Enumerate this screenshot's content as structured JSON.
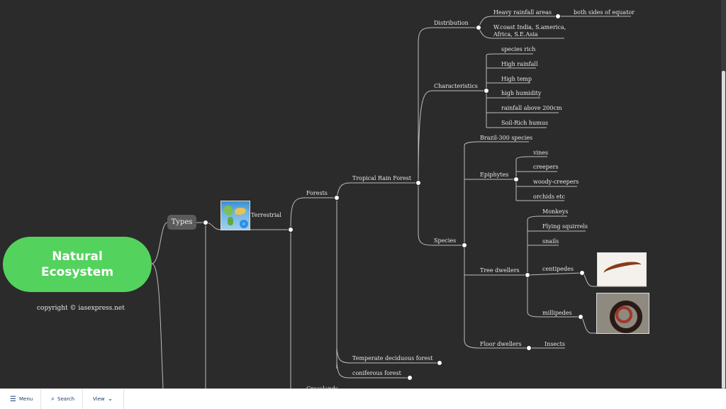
{
  "root": {
    "title": "Natural Ecosystem"
  },
  "copyright": "copyright © iasexpress.net",
  "types": "Types",
  "terrestrial": "Terrestrial",
  "forests": "Forests",
  "grasslands": "Grasslands",
  "tropical_rain_forest": "Tropical Rain Forest",
  "temperate_forest": "Temperate deciduous forest",
  "coniferous_forest": "coniferous forest",
  "distribution": {
    "label": "Distribution",
    "heavy_rainfall": "Heavy rainfall areas",
    "equator": "both sides of equator",
    "regions": "W.coast India, S.america, Africa, S.E.Asia"
  },
  "characteristics": {
    "label": "Characteristics",
    "items": [
      "species rich",
      "High rainfall",
      "High temp",
      "high humidity",
      "rainfall above 200cm",
      "Soil-Rich humus"
    ]
  },
  "species": {
    "label": "Species",
    "brazil": "Brazil-300 species",
    "epiphytes": {
      "label": "Epiphytes",
      "items": [
        "vines",
        "creepers",
        "woody-creepers",
        "orchids etc"
      ]
    },
    "tree_dwellers": {
      "label": "Tree dwellers",
      "items": [
        "Monkeys",
        "Flying squirrels",
        "snails",
        "centipedes",
        "millipedes"
      ]
    },
    "floor_dwellers": {
      "label": "Floor dwellers",
      "insects": "Insects"
    }
  },
  "toolbar": {
    "menu": "Menu",
    "search": "Search",
    "view": "View"
  },
  "colors": {
    "background": "#2b2b2b",
    "root_fill": "#54d25e",
    "connector": "#bfbfbf",
    "types_fill": "#5b5b5b"
  }
}
